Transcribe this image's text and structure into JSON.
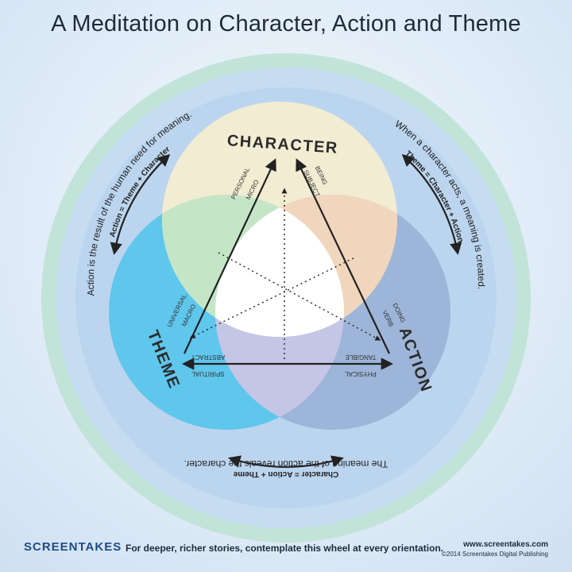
{
  "title": "A Meditation on Character, Action and Theme",
  "labels": {
    "character": "CHARACTER",
    "action": "ACTION",
    "theme": "THEME"
  },
  "arcs": {
    "left_text": "Action is the result of the human need for meaning.",
    "left_formula": "Action = Theme + Character",
    "right_text": "When a character acts, a meaning is created.",
    "right_formula": "Theme = Character + Action",
    "bottom_text": "The meaning of the action reveals the character.",
    "bottom_formula": "Character = Action + Theme"
  },
  "edges": {
    "personal": "PERSONAL",
    "micro_left": "MICRO",
    "being": "BEING",
    "subject": "SUBJECT",
    "universal": "UNIVERSAL",
    "macro": "MACRO",
    "doing": "DOING",
    "verb": "VERB",
    "abstract": "ABSTRACT",
    "spiritual": "SPIRITUAL",
    "tangible": "TANGIBLE",
    "physical": "PHYSICAL"
  },
  "footer": {
    "logo": "SCREENTAKES",
    "tagline": "For deeper, richer stories, contemplate this wheel at every orientation.",
    "url": "www.screentakes.com",
    "copyright": "©2014 Screentakes Digital Publishing"
  },
  "colors": {
    "outer_ring": "#c2e3d8",
    "inner_disc": "#bcd5ef",
    "character_circle": "#f2ecd2",
    "theme_circle": "#5fc6ec",
    "action_circle": "#9db5d8",
    "center": "#ffffff"
  }
}
